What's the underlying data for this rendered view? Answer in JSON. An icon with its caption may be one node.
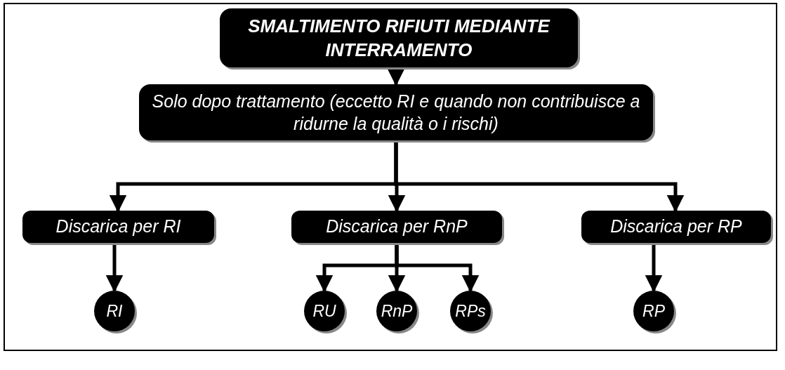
{
  "diagram": {
    "nodes": [
      {
        "text": [
          "SMALTIMENTO RIFIUTI MEDIANTE INTERRAMENTO"
        ]
      },
      {
        "text": [
          "Solo dopo trattamento (eccetto RI e quando non contribuisce a ridurne la qualità o i rischi)"
        ]
      },
      {
        "text": [
          "Discarica per RI"
        ]
      },
      {
        "text": [
          "Discarica per RnP"
        ]
      },
      {
        "text": [
          "Discarica per RP"
        ]
      },
      {
        "text": [
          "RI"
        ]
      },
      {
        "text": [
          "RU"
        ]
      },
      {
        "text": [
          "RnP"
        ]
      },
      {
        "text": [
          "RPs"
        ]
      },
      {
        "text": [
          "RP"
        ]
      }
    ],
    "edges": [
      {
        "from": 0,
        "to": 1,
        "arrow": "to"
      },
      {
        "from": 1,
        "to": 2,
        "arrow": "to"
      },
      {
        "from": 1,
        "to": 3,
        "arrow": "to"
      },
      {
        "from": 1,
        "to": 4,
        "arrow": "to"
      },
      {
        "from": 2,
        "to": 5,
        "arrow": "to"
      },
      {
        "from": 3,
        "to": 6,
        "arrow": "to"
      },
      {
        "from": 3,
        "to": 7,
        "arrow": "to"
      },
      {
        "from": 3,
        "to": 8,
        "arrow": "to"
      },
      {
        "from": 4,
        "to": 9,
        "arrow": "to"
      }
    ]
  }
}
